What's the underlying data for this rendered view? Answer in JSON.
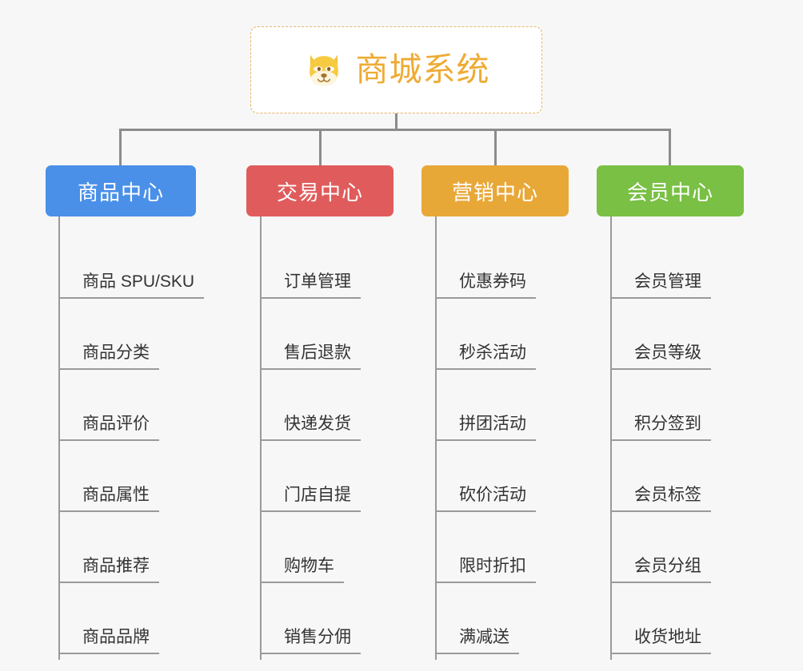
{
  "background_color": "#f7f7f7",
  "root": {
    "title": "商城系统",
    "icon": "dog-face-icon",
    "text_color": "#eeab33",
    "border_color": "#e8b464"
  },
  "connector_color": "#8c8c8c",
  "columns": [
    {
      "label": "商品中心",
      "color": "#4a90e8",
      "items": [
        "商品 SPU/SKU",
        "商品分类",
        "商品评价",
        "商品属性",
        "商品推荐",
        "商品品牌"
      ]
    },
    {
      "label": "交易中心",
      "color": "#e05c5c",
      "items": [
        "订单管理",
        "售后退款",
        "快递发货",
        "门店自提",
        "购物车",
        "销售分佣"
      ]
    },
    {
      "label": "营销中心",
      "color": "#e8a838",
      "items": [
        "优惠券码",
        "秒杀活动",
        "拼团活动",
        "砍价活动",
        "限时折扣",
        "满减送"
      ]
    },
    {
      "label": "会员中心",
      "color": "#79c044",
      "items": [
        "会员管理",
        "会员等级",
        "积分签到",
        "会员标签",
        "会员分组",
        "收货地址"
      ]
    }
  ]
}
